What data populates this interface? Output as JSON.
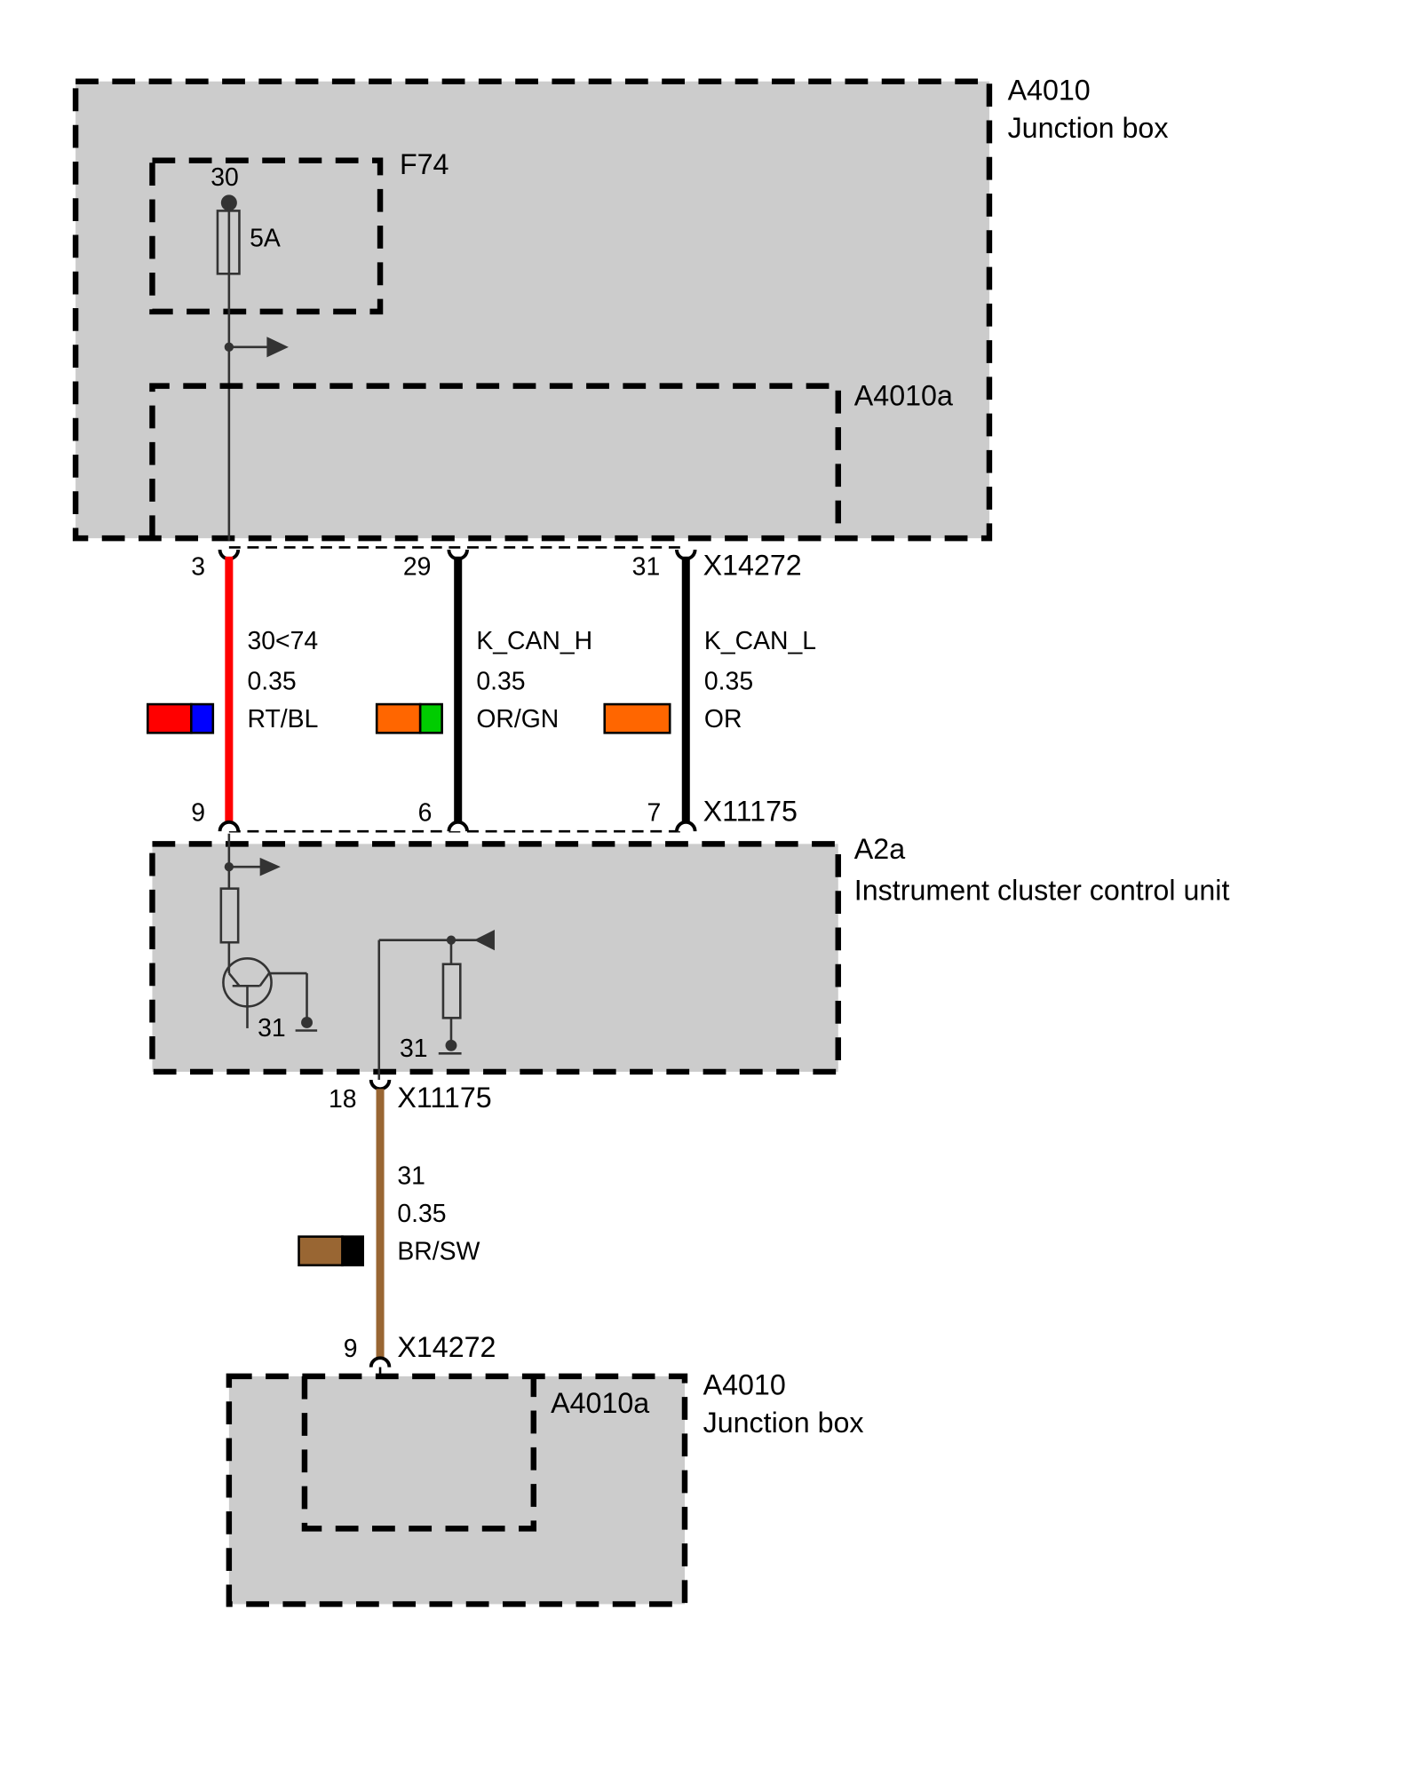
{
  "diagram": {
    "components": {
      "junction_box_top": {
        "id": "A4010",
        "name": "Junction box",
        "sub_id": "A4010a"
      },
      "fuse": {
        "id": "F74",
        "terminal": "30",
        "rating": "5A"
      },
      "instrument_cluster": {
        "id": "A2a",
        "name": "Instrument cluster control unit",
        "ground_left": "31",
        "ground_right": "31"
      },
      "junction_box_bottom": {
        "id": "A4010",
        "name": "Junction box",
        "sub_id": "A4010a"
      }
    },
    "connectors": {
      "top": "X14272",
      "middle": "X11175",
      "cluster_out": "X11175",
      "bottom": "X14272"
    },
    "wires": [
      {
        "signal": "30<74",
        "gauge": "0.35",
        "color_code": "RT/BL",
        "pin_from": "3",
        "pin_to": "9",
        "colors": [
          "#ff0000",
          "#0000ff"
        ],
        "wire_color": "#ff0000"
      },
      {
        "signal": "K_CAN_H",
        "gauge": "0.35",
        "color_code": "OR/GN",
        "pin_from": "29",
        "pin_to": "6",
        "colors": [
          "#ff6600",
          "#00cc00"
        ],
        "wire_color": "#000000"
      },
      {
        "signal": "K_CAN_L",
        "gauge": "0.35",
        "color_code": "OR",
        "pin_from": "31",
        "pin_to": "7",
        "colors": [
          "#ff6600"
        ],
        "wire_color": "#000000"
      },
      {
        "signal": "31",
        "gauge": "0.35",
        "color_code": "BR/SW",
        "pin_from": "18",
        "pin_to": "9",
        "colors": [
          "#996633",
          "#000000"
        ],
        "wire_color": "#996633"
      }
    ]
  }
}
